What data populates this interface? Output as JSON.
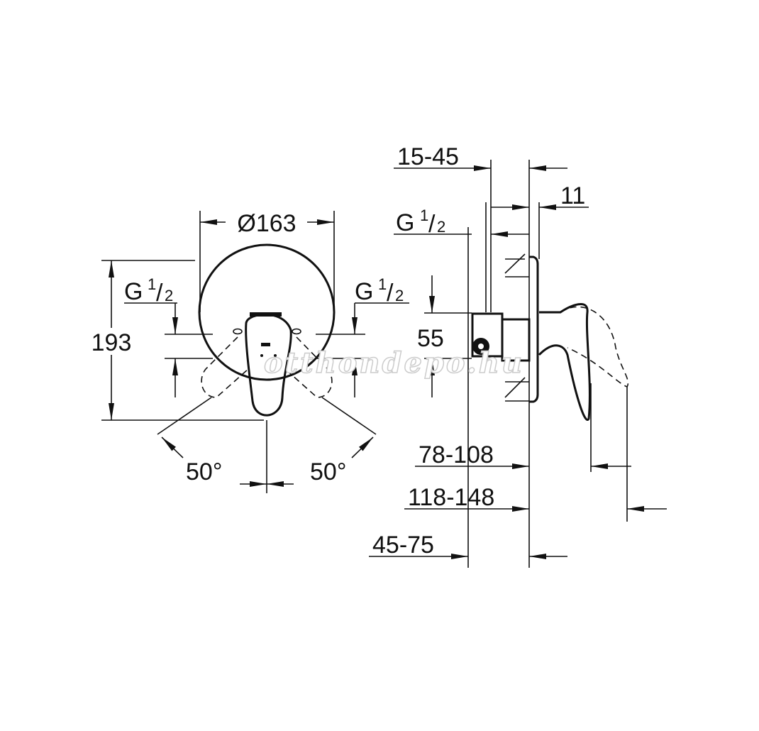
{
  "front_view": {
    "diameter": "Ø163",
    "height": "193",
    "connection_left": {
      "label": "G",
      "numerator": "1",
      "denominator": "2"
    },
    "connection_right": {
      "label": "G",
      "numerator": "1",
      "denominator": "2"
    },
    "angle_left": "50°",
    "angle_right": "50°"
  },
  "side_view": {
    "wall_depth": "15-45",
    "plate": "11",
    "connection": {
      "label": "G",
      "numerator": "1",
      "denominator": "2"
    },
    "spacing": "55",
    "dim_a": "78-108",
    "dim_b": "118-148",
    "dim_c": "45-75"
  },
  "watermark": "otthondepo.hu"
}
